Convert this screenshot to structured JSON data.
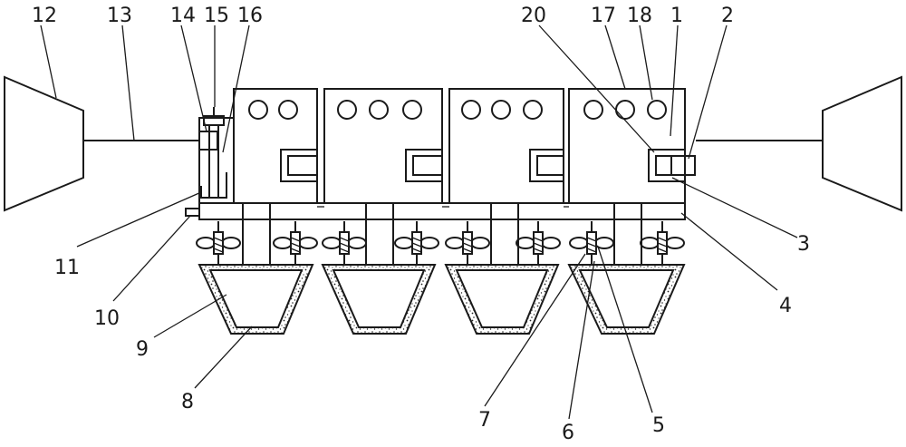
{
  "labels": {
    "l1": "1",
    "l2": "2",
    "l3": "3",
    "l4": "4",
    "l5": "5",
    "l6": "6",
    "l7": "7",
    "l8": "8",
    "l9": "9",
    "l10": "10",
    "l11": "11",
    "l12": "12",
    "l13": "13",
    "l14": "14",
    "l15": "15",
    "l16": "16",
    "l17": "17",
    "l18": "18",
    "l20": "20"
  }
}
